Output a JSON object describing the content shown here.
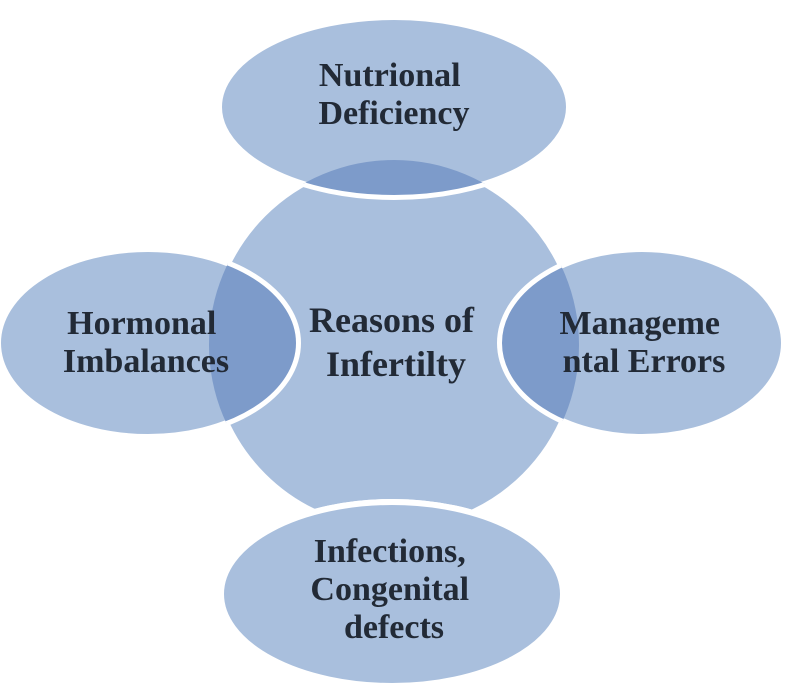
{
  "diagram": {
    "center": {
      "lines": [
        "Reasons of",
        "Infertilty"
      ]
    },
    "top": {
      "lines": [
        "Nutrional",
        "Deficiency"
      ]
    },
    "left": {
      "lines": [
        "Hormonal",
        "Imbalances"
      ]
    },
    "right": {
      "lines": [
        "Manageme",
        "ntal Errors"
      ]
    },
    "bottom": {
      "lines": [
        "Infections,",
        "Congenital",
        "defects"
      ]
    },
    "colors": {
      "fill": "#a9bfdd",
      "overlap": "#7d9bca",
      "text": "#222a36",
      "border": "#ffffff"
    }
  }
}
